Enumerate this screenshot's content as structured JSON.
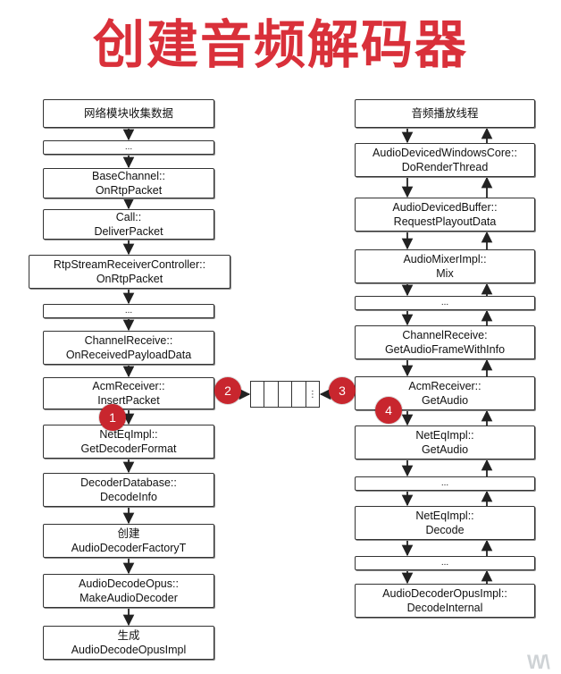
{
  "title": "创建音频解码器",
  "colors": {
    "title": "#d9303a",
    "badge": "#c8262e",
    "line": "#222222"
  },
  "left_column": [
    {
      "id": "l0",
      "lines": [
        "网络模块收集数据"
      ]
    },
    {
      "id": "l1",
      "lines": [
        "..."
      ],
      "small": true
    },
    {
      "id": "l2",
      "lines": [
        "BaseChannel::",
        "OnRtpPacket"
      ]
    },
    {
      "id": "l3",
      "lines": [
        "Call::",
        "DeliverPacket"
      ]
    },
    {
      "id": "l4",
      "lines": [
        "RtpStreamReceiverController::",
        "OnRtpPacket"
      ]
    },
    {
      "id": "l5",
      "lines": [
        "..."
      ],
      "small": true
    },
    {
      "id": "l6",
      "lines": [
        "ChannelReceive::",
        "OnReceivedPayloadData"
      ]
    },
    {
      "id": "l7",
      "lines": [
        "AcmReceiver::",
        "InsertPacket"
      ]
    },
    {
      "id": "l8",
      "lines": [
        "NetEqImpl::",
        "GetDecoderFormat"
      ]
    },
    {
      "id": "l9",
      "lines": [
        "DecoderDatabase::",
        "DecodeInfo"
      ]
    },
    {
      "id": "l10",
      "lines": [
        "创建",
        "AudioDecoderFactoryT"
      ]
    },
    {
      "id": "l11",
      "lines": [
        "AudioDecodeOpus::",
        "MakeAudioDecoder"
      ]
    },
    {
      "id": "l12",
      "lines": [
        "生成",
        "AudioDecodeOpusImpl"
      ]
    }
  ],
  "right_column": [
    {
      "id": "r0",
      "lines": [
        "音频播放线程"
      ]
    },
    {
      "id": "r1",
      "lines": [
        "AudioDevicedWindowsCore::",
        "DoRenderThread"
      ]
    },
    {
      "id": "r2",
      "lines": [
        "AudioDevicedBuffer::",
        "RequestPlayoutData"
      ]
    },
    {
      "id": "r3",
      "lines": [
        "AudioMixerImpl::",
        "Mix"
      ]
    },
    {
      "id": "r4",
      "lines": [
        "..."
      ],
      "small": true
    },
    {
      "id": "r5",
      "lines": [
        "ChannelReceive:",
        "GetAudioFrameWithInfo"
      ]
    },
    {
      "id": "r6",
      "lines": [
        "AcmReceiver::",
        "GetAudio"
      ]
    },
    {
      "id": "r7",
      "lines": [
        "NetEqImpl::",
        "GetAudio"
      ]
    },
    {
      "id": "r8",
      "lines": [
        "..."
      ],
      "small": true
    },
    {
      "id": "r9",
      "lines": [
        "NetEqImpl::",
        "Decode"
      ]
    },
    {
      "id": "r10",
      "lines": [
        "..."
      ],
      "small": true
    },
    {
      "id": "r11",
      "lines": [
        "AudioDecoderOpusImpl::",
        "DecodeInternal"
      ]
    }
  ],
  "queue": {
    "cells": 5,
    "overflow": "⋮"
  },
  "badges": [
    "1",
    "2",
    "3",
    "4"
  ],
  "watermark": "W\\"
}
